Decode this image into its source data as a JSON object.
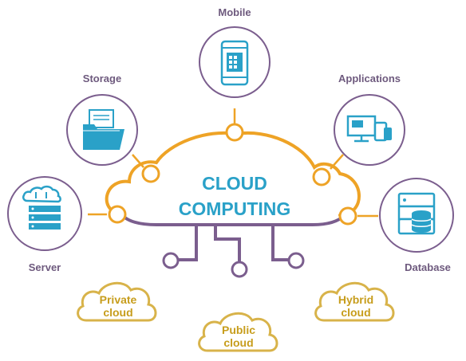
{
  "title": {
    "line1": "CLOUD",
    "line2": "COMPUTING"
  },
  "nodes": {
    "mobile": "Mobile",
    "storage": "Storage",
    "applications": "Applications",
    "server": "Server",
    "database": "Database"
  },
  "clouds": {
    "private": {
      "line1": "Private",
      "line2": "cloud"
    },
    "public": {
      "line1": "Public",
      "line2": "cloud"
    },
    "hybrid": {
      "line1": "Hybrid",
      "line2": "cloud"
    }
  },
  "colors": {
    "orange": "#eea326",
    "purple": "#7b5e8e",
    "teal": "#2aa1c8",
    "gold": "#d8b34a"
  }
}
